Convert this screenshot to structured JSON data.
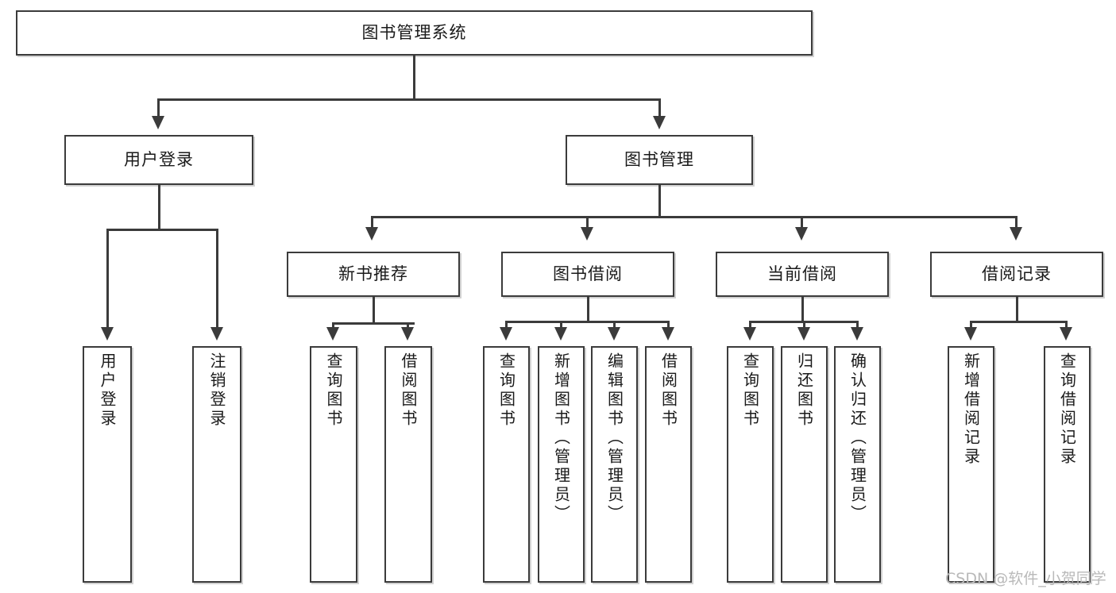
{
  "diagram": {
    "title": "图书管理系统",
    "type": "功能结构图",
    "root": {
      "label": "图书管理系统"
    },
    "level2": [
      {
        "id": "user-login",
        "label": "用户登录"
      },
      {
        "id": "book-manage",
        "label": "图书管理"
      }
    ],
    "level3": [
      {
        "id": "new-book-recommend",
        "label": "新书推荐",
        "parent": "book-manage"
      },
      {
        "id": "book-borrow",
        "label": "图书借阅",
        "parent": "book-manage"
      },
      {
        "id": "current-borrow",
        "label": "当前借阅",
        "parent": "book-manage"
      },
      {
        "id": "borrow-record",
        "label": "借阅记录",
        "parent": "book-manage"
      }
    ],
    "leaves": {
      "user_login": [
        {
          "id": "leaf-user-login",
          "label": "用户登录"
        },
        {
          "id": "leaf-user-logout",
          "label": "注销登录"
        }
      ],
      "new_book_recommend": [
        {
          "id": "leaf-query-book-1",
          "label": "查询图书"
        },
        {
          "id": "leaf-borrow-book-1",
          "label": "借阅图书"
        }
      ],
      "book_borrow": [
        {
          "id": "leaf-query-book-2",
          "label": "查询图书"
        },
        {
          "id": "leaf-add-book",
          "label": "新增图书（管理员）"
        },
        {
          "id": "leaf-edit-book",
          "label": "编辑图书（管理员）"
        },
        {
          "id": "leaf-borrow-book-2",
          "label": "借阅图书"
        }
      ],
      "current_borrow": [
        {
          "id": "leaf-query-book-3",
          "label": "查询图书"
        },
        {
          "id": "leaf-return-book",
          "label": "归还图书"
        },
        {
          "id": "leaf-confirm-return",
          "label": "确认归还（管理员）"
        }
      ],
      "borrow_record": [
        {
          "id": "leaf-add-record",
          "label": "新增借阅记录"
        },
        {
          "id": "leaf-query-record",
          "label": "查询借阅记录"
        }
      ]
    },
    "watermark": "CSDN @软件_小贺同学",
    "colors": {
      "stroke": "#3b3b3b",
      "fill": "#ffffff",
      "text": "#1a1a1a",
      "watermark": "#b9b9b9"
    }
  }
}
